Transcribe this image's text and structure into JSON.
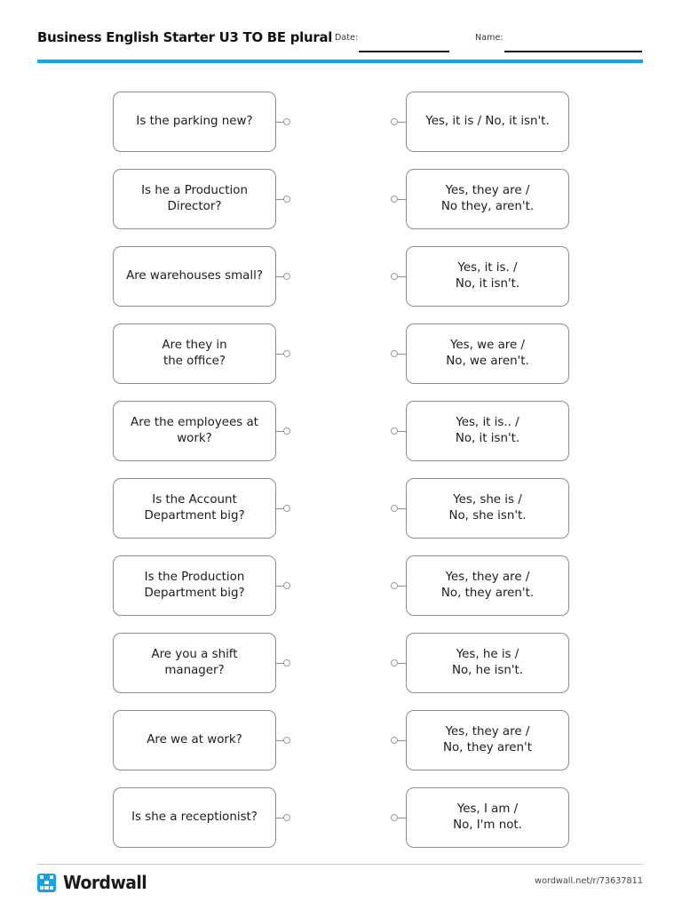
{
  "header": {
    "title": "Business English Starter U3 TO BE plural",
    "date_label": "Date:",
    "date_value": "",
    "name_label": "Name:",
    "name_value": "",
    "accent_color": "#0aa8ee"
  },
  "board": {
    "pairs": [
      {
        "prompt": "Is the parking new?",
        "answer": "Yes, it is / No, it isn't."
      },
      {
        "prompt": "Is he a Production Director?",
        "answer": "Yes, they are /\nNo they, aren't."
      },
      {
        "prompt": "Are warehouses small?",
        "answer": "Yes, it is. /\nNo, it isn't."
      },
      {
        "prompt": "Are they in\nthe office?",
        "answer": "Yes, we are /\nNo, we aren't."
      },
      {
        "prompt": "Are the employees at work?",
        "answer": "Yes, it is.. /\nNo, it isn't."
      },
      {
        "prompt": "Is the Account Department big?",
        "answer": "Yes, she is /\nNo, she isn't."
      },
      {
        "prompt": "Is the Production Department big?",
        "answer": "Yes, they are /\nNo, they aren't."
      },
      {
        "prompt": "Are you a shift manager?",
        "answer": "Yes, he is /\nNo, he isn't."
      },
      {
        "prompt": "Are we at work?",
        "answer": "Yes, they are /\nNo, they aren't"
      },
      {
        "prompt": "Is she a receptionist?",
        "answer": "Yes, I am /\nNo, I'm not."
      }
    ]
  },
  "footer": {
    "brand_name": "Wordwall",
    "brand_logo_color": "#13a3e8",
    "url": "wordwall.net/r/73637811"
  }
}
